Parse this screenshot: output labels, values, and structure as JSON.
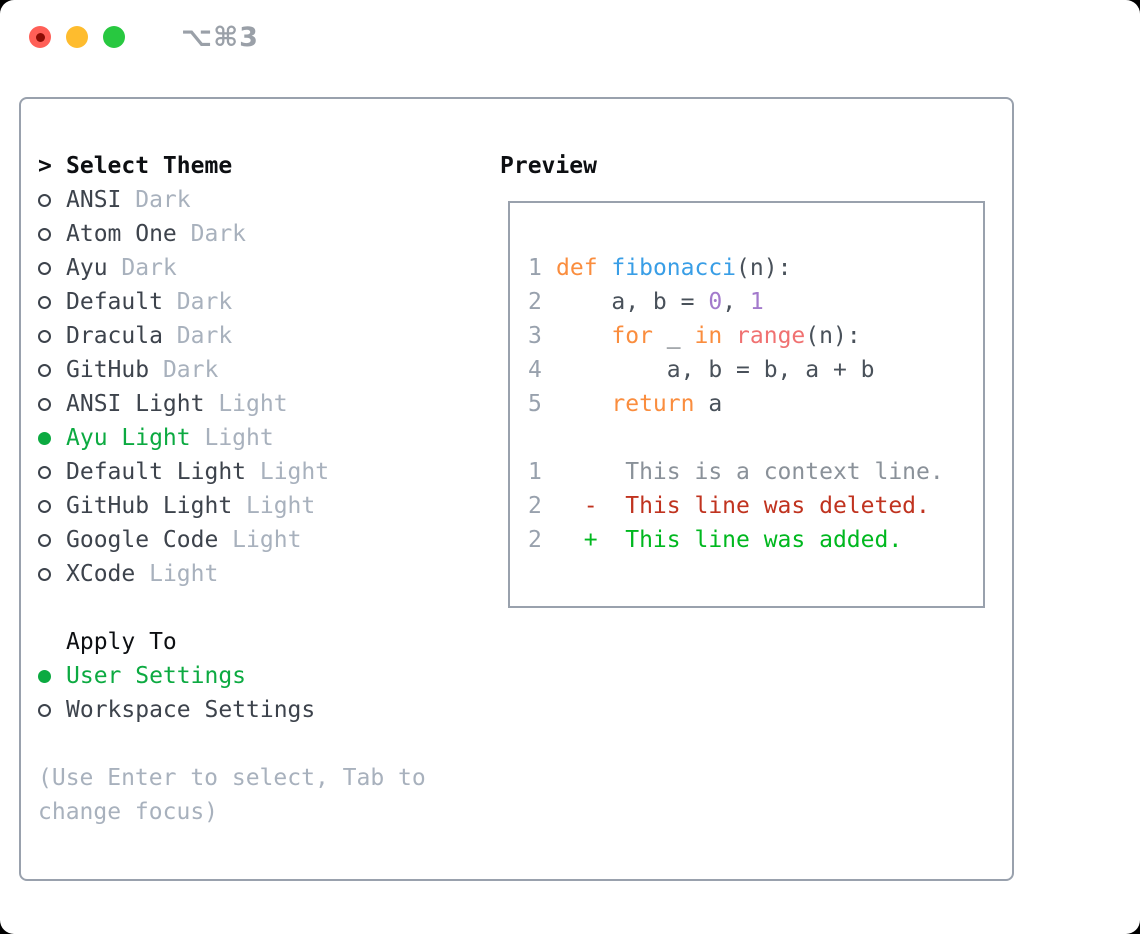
{
  "window": {
    "shortcut": "⌥⌘3"
  },
  "colors": {
    "accent_green": "#0caa41",
    "muted": "#a8b1bd",
    "text_dark": "#3d434c",
    "heading": "#0d0f12",
    "border": "#99a1ad",
    "line_number": "#98a1ad",
    "keyword": "#fa8d3e",
    "function": "#399ee6",
    "number": "#a37acc",
    "builtin": "#f07171",
    "plain": "#49515a",
    "context": "#8a9199",
    "deleted": "#c0331f",
    "added": "#00b81f",
    "traffic_red": "#ff5f57",
    "traffic_red_dot": "#8c0d05",
    "traffic_yellow": "#febc2e",
    "traffic_green": "#28c840",
    "shortcut": "#9aa0a8"
  },
  "theme_panel": {
    "prompt": ">",
    "title": "Select Theme",
    "themes": [
      {
        "name": "ANSI",
        "variant": "Dark",
        "selected": false
      },
      {
        "name": "Atom One",
        "variant": "Dark",
        "selected": false
      },
      {
        "name": "Ayu",
        "variant": "Dark",
        "selected": false
      },
      {
        "name": "Default",
        "variant": "Dark",
        "selected": false
      },
      {
        "name": "Dracula",
        "variant": "Dark",
        "selected": false
      },
      {
        "name": "GitHub",
        "variant": "Dark",
        "selected": false
      },
      {
        "name": "ANSI Light",
        "variant": "Light",
        "selected": false
      },
      {
        "name": "Ayu Light",
        "variant": "Light",
        "selected": true
      },
      {
        "name": "Default Light",
        "variant": "Light",
        "selected": false
      },
      {
        "name": "GitHub Light",
        "variant": "Light",
        "selected": false
      },
      {
        "name": "Google Code",
        "variant": "Light",
        "selected": false
      },
      {
        "name": "XCode",
        "variant": "Light",
        "selected": false
      }
    ],
    "apply_to": {
      "title": "Apply To",
      "options": [
        {
          "label": "User Settings",
          "selected": true
        },
        {
          "label": "Workspace Settings",
          "selected": false
        }
      ]
    },
    "hint": "(Use Enter to select, Tab to\nchange focus)"
  },
  "preview": {
    "title": "Preview",
    "lines": [
      {
        "num": "1",
        "tokens": [
          {
            "text": "def",
            "style": "keyword"
          },
          {
            "text": " ",
            "style": "plain"
          },
          {
            "text": "fibonacci",
            "style": "function"
          },
          {
            "text": "(n):",
            "style": "plain"
          }
        ]
      },
      {
        "num": "2",
        "tokens": [
          {
            "text": "    a, b = ",
            "style": "plain"
          },
          {
            "text": "0",
            "style": "number"
          },
          {
            "text": ", ",
            "style": "plain"
          },
          {
            "text": "1",
            "style": "number"
          }
        ]
      },
      {
        "num": "3",
        "tokens": [
          {
            "text": "    ",
            "style": "plain"
          },
          {
            "text": "for",
            "style": "keyword"
          },
          {
            "text": " _ ",
            "style": "plain"
          },
          {
            "text": "in",
            "style": "keyword"
          },
          {
            "text": " ",
            "style": "plain"
          },
          {
            "text": "range",
            "style": "builtin"
          },
          {
            "text": "(n):",
            "style": "plain"
          }
        ]
      },
      {
        "num": "4",
        "tokens": [
          {
            "text": "        a, b = b, a + b",
            "style": "plain"
          }
        ]
      },
      {
        "num": "5",
        "tokens": [
          {
            "text": "    ",
            "style": "plain"
          },
          {
            "text": "return",
            "style": "keyword"
          },
          {
            "text": " a",
            "style": "plain"
          }
        ]
      },
      {
        "num": "",
        "tokens": []
      },
      {
        "num": "1",
        "tokens": [
          {
            "text": "     This is a context line.",
            "style": "context"
          }
        ]
      },
      {
        "num": "2",
        "tokens": [
          {
            "text": "  -  This line was deleted.",
            "style": "deleted"
          }
        ]
      },
      {
        "num": "2",
        "tokens": [
          {
            "text": "  +  This line was added.",
            "style": "added"
          }
        ]
      }
    ]
  }
}
